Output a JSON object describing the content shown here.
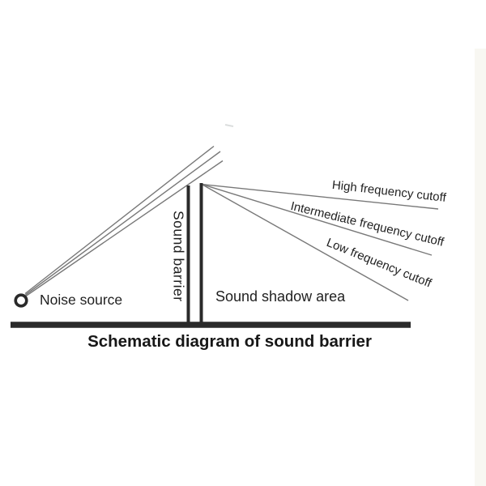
{
  "diagram": {
    "caption": "Schematic diagram of sound barrier",
    "labels": {
      "noise_source": "Noise source",
      "sound_barrier": "Sound barrier",
      "sound_shadow_area": "Sound shadow area",
      "high_freq": "High frequency cutoff",
      "intermediate_freq": "Intermediate frequency cutoff",
      "low_freq": "Low frequency cutoff"
    },
    "elements": {
      "noise_source_marker": "small open circle at ground level, lower left",
      "barrier": "two parallel vertical lines standing on the ground line",
      "source_rays": "three gray rays from noise source grazing the barrier top",
      "diffracted_rays": "three gray rays fanning down-right from barrier top"
    },
    "colors": {
      "ink": "#1f1f1f",
      "ray_gray": "#787878",
      "structure_dark": "#2a2a2a",
      "background": "#ffffff"
    }
  }
}
